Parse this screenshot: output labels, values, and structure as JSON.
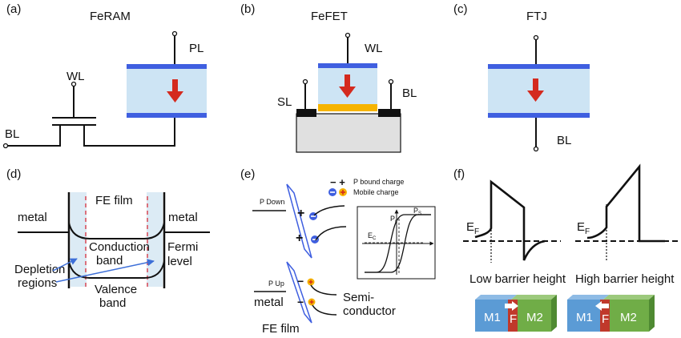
{
  "panels": {
    "a": {
      "letter": "(a)",
      "title": "FeRAM",
      "labels": {
        "pl": "PL",
        "wl": "WL",
        "bl": "BL"
      }
    },
    "b": {
      "letter": "(b)",
      "title": "FeFET",
      "labels": {
        "wl": "WL",
        "sl": "SL",
        "bl": "BL"
      }
    },
    "c": {
      "letter": "(c)",
      "title": "FTJ",
      "labels": {
        "bl": "BL"
      }
    },
    "d": {
      "letter": "(d)",
      "labels": {
        "fe_film": "FE film",
        "metal_left": "metal",
        "metal_right": "metal",
        "conduction_1": "Conduction",
        "conduction_2": "band",
        "fermi_1": "Fermi",
        "fermi_2": "level",
        "depletion_1": "Depletion",
        "depletion_2": "regions",
        "valence_1": "Valence",
        "valence_2": "band"
      }
    },
    "e": {
      "letter": "(e)",
      "labels": {
        "p_down": "P Down",
        "p_up": "P Up",
        "metal": "metal",
        "semi_1": "Semi-",
        "semi_2": "conductor",
        "fe_film": "FE film",
        "legend_bound_sign": "−  +",
        "legend_bound": "P bound charge",
        "legend_mobile": "Mobile charge",
        "plus": "+",
        "minus": "−",
        "pr": "P",
        "pr_sub": "r",
        "ps": "P",
        "ps_sub": "S",
        "ec": "E",
        "ec_sub": "C"
      }
    },
    "f": {
      "letter": "(f)",
      "labels": {
        "ef_left": "E",
        "ef_right": "E",
        "ef_sub": "F",
        "low": "Low barrier height",
        "high": "High barrier height",
        "m1": "M1",
        "f": "F",
        "m2": "M2"
      }
    }
  },
  "colors": {
    "electrode": "#3F5FE0",
    "ferroelectric": "#CDE4F4",
    "arrow": "#D42A1E",
    "gate_oxide": "#F6B400",
    "substrate": "#E0E0E0",
    "contact": "#111111",
    "dashed": "#D9535F",
    "annotation": "#3D6FD8",
    "block_m1": "#5B9BD5",
    "block_m2": "#70AD47",
    "block_f": "#C0392B"
  }
}
